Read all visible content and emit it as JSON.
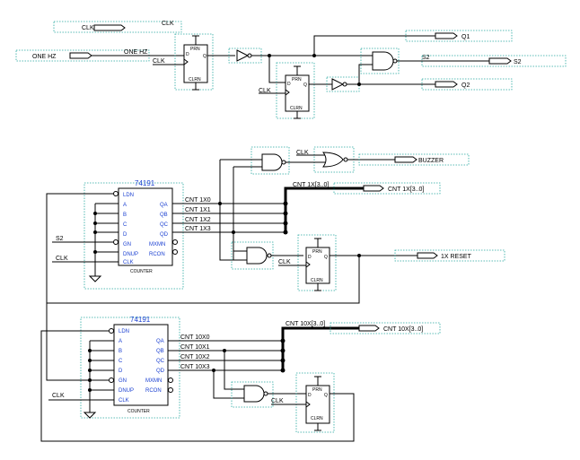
{
  "inputs": {
    "clk": "CLK",
    "one_hz": "ONE HZ",
    "s2": "S2"
  },
  "outputs": {
    "q1": "Q1",
    "s2": "S2",
    "q2": "Q2",
    "buzzer": "BUZZER",
    "cnt_1x": "CNT 1X[3..0]",
    "reset_1x": "1X RESET",
    "cnt_10x": "CNT 10X[3..0]"
  },
  "nets": {
    "clk": "CLK",
    "one_hz": "ONE HZ",
    "s2": "S2",
    "cnt1x": [
      "CNT 1X0",
      "CNT 1X1",
      "CNT 1X2",
      "CNT 1X3"
    ],
    "cnt1x_bus": "CNT 1X[3..0]",
    "cnt10x": [
      "CNT 10X0",
      "CNT 10X1",
      "CNT 10X2",
      "CNT 10X3"
    ],
    "cnt10x_bus": "CNT 10X[3..0]"
  },
  "dff": {
    "prn": "PRN",
    "clrn": "CLRN",
    "d": "D",
    "q": "Q"
  },
  "counter": {
    "part": "74191",
    "name": "COUNTER",
    "inputs": [
      "LDN",
      "A",
      "B",
      "C",
      "D",
      "GN",
      "DNUP",
      "CLK"
    ],
    "outputs": [
      "QA",
      "QB",
      "QC",
      "QD",
      "MXMN",
      "RCON"
    ]
  }
}
